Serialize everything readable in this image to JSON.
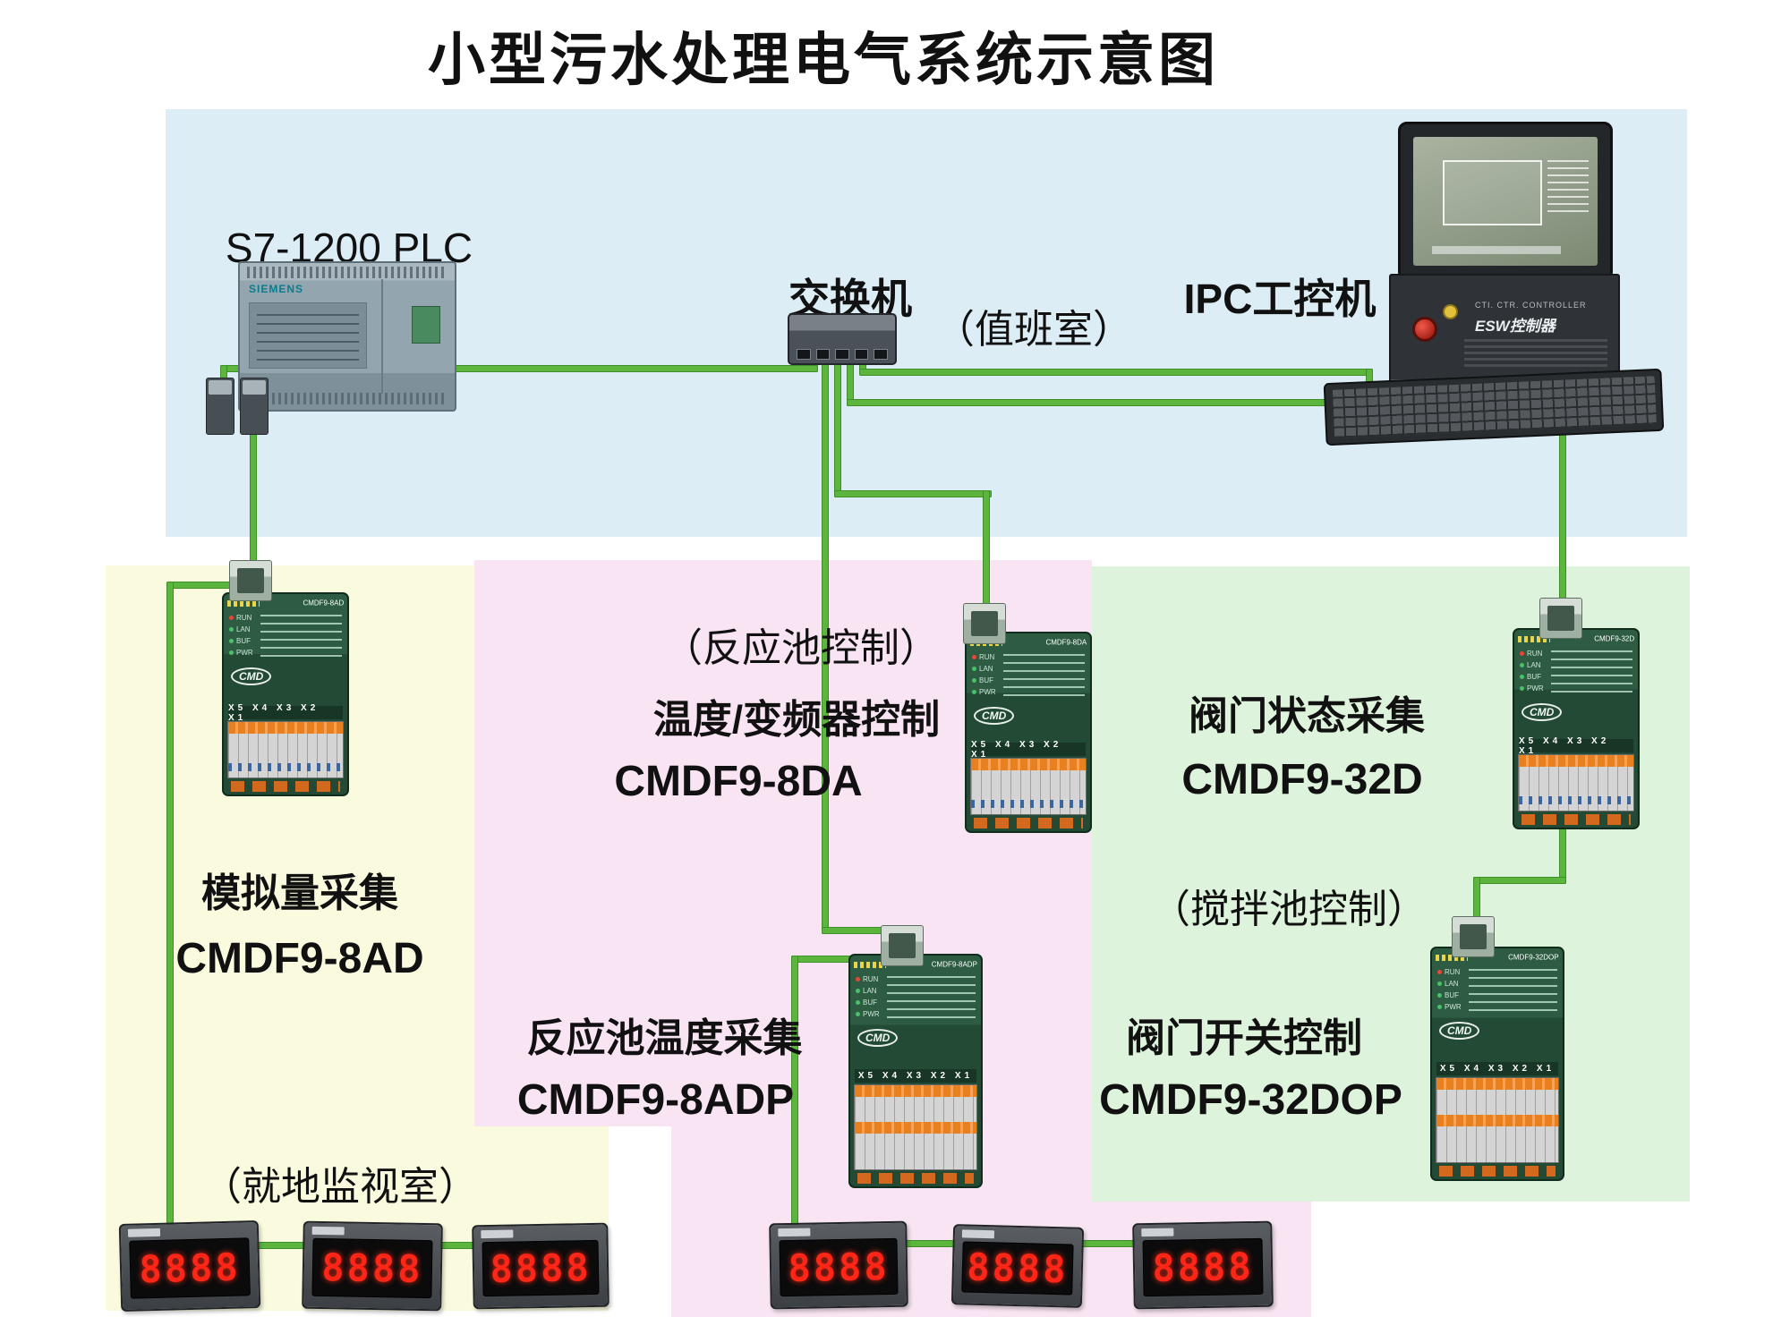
{
  "title": "小型污水处理电气系统示意图",
  "colors": {
    "cable_green": "#5cb53c",
    "region_blue": "#dcedf5",
    "region_yellow": "#fafade",
    "region_pink": "#f8e4f2",
    "region_green": "#def3dc",
    "meter_digit_red": "#ff2617"
  },
  "control_room": {
    "plc_label": "S7-1200  PLC",
    "plc_brand": "SIEMENS",
    "switch_label": "交换机",
    "duty_room_label": "（值班室）",
    "ipc_label": "IPC工控机",
    "chassis_line1": "CTI. CTR. CONTROLLER",
    "chassis_line2": "ESW控制器"
  },
  "analog_zone": {
    "caption1": "模拟量采集",
    "caption2": "CMDF9-8AD",
    "caption3": "（就地监视室）"
  },
  "reaction_zone": {
    "caption1": "（反应池控制）",
    "caption2": "温度/变频器控制",
    "caption3": "CMDF9-8DA",
    "caption4": "反应池温度采集",
    "caption5": "CMDF9-8ADP"
  },
  "valve_zone": {
    "caption1": "阀门状态采集",
    "caption2": "CMDF9-32D",
    "caption3": "（搅拌池控制）",
    "caption4": "阀门开关控制",
    "caption5": "CMDF9-32DOP"
  },
  "modules": {
    "logo": "CMD",
    "ports_label": "X5 X4 X3 X2 X1",
    "leds": [
      "RUN",
      "LAN",
      "BUF",
      "PWR"
    ],
    "m8ad": {
      "model": "CMDF9-8AD"
    },
    "m8da": {
      "model": "CMDF9-8DA"
    },
    "m32d": {
      "model": "CMDF9-32D"
    },
    "m8adp": {
      "model": "CMDF9-8ADP"
    },
    "m32dop": {
      "model": "CMDF9-32DOP"
    }
  },
  "meters": {
    "display": "8888"
  }
}
